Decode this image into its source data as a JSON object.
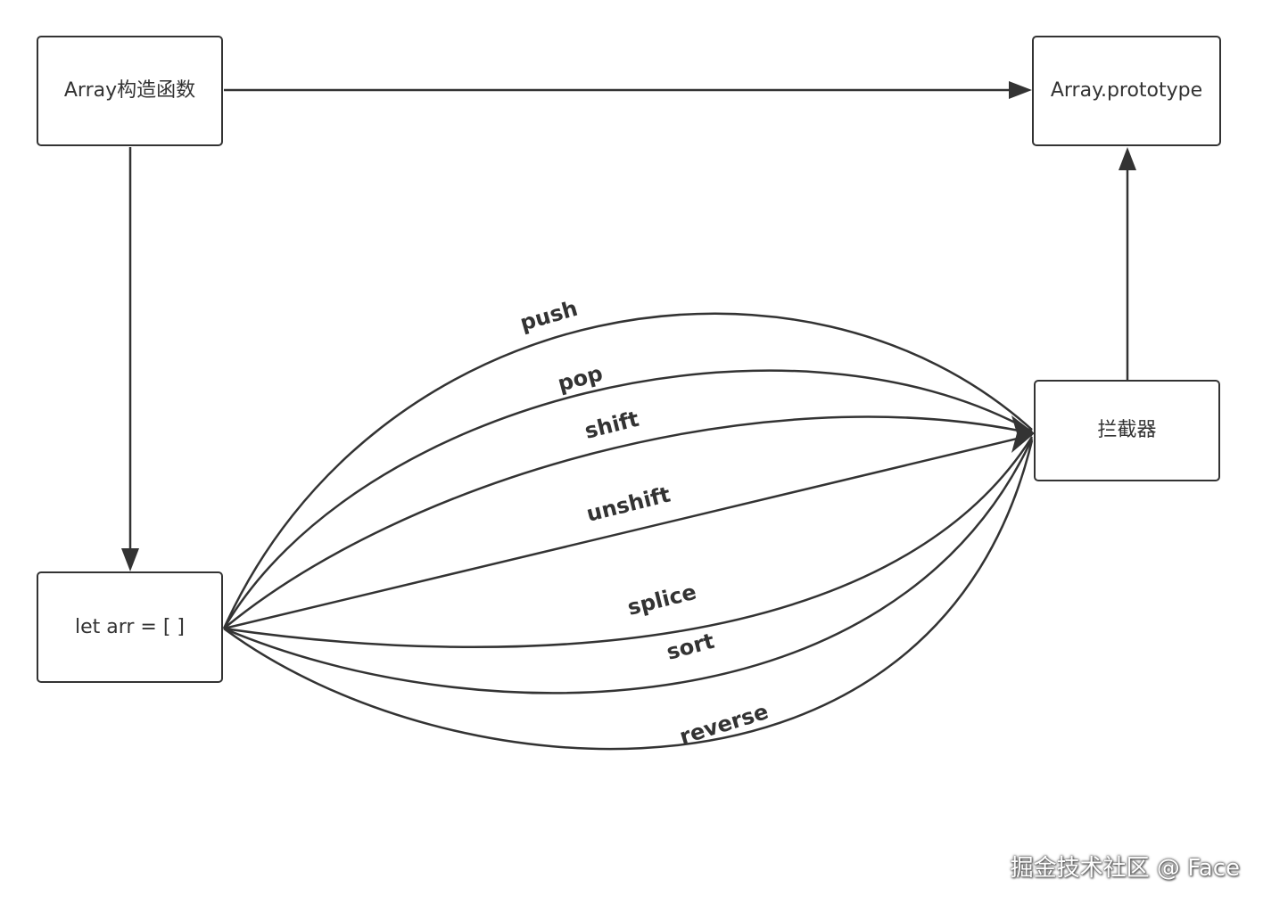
{
  "nodes": {
    "array_constructor": "Array构造函数",
    "array_prototype": "Array.prototype",
    "array_instance": "let arr = [ ]",
    "interceptor": "拦截器"
  },
  "edges": {
    "methods": [
      "push",
      "pop",
      "shift",
      "unshift",
      "splice",
      "sort",
      "reverse"
    ]
  },
  "colors": {
    "stroke": "#333333",
    "background": "#ffffff"
  },
  "watermark": "掘金技术社区 @ Face"
}
